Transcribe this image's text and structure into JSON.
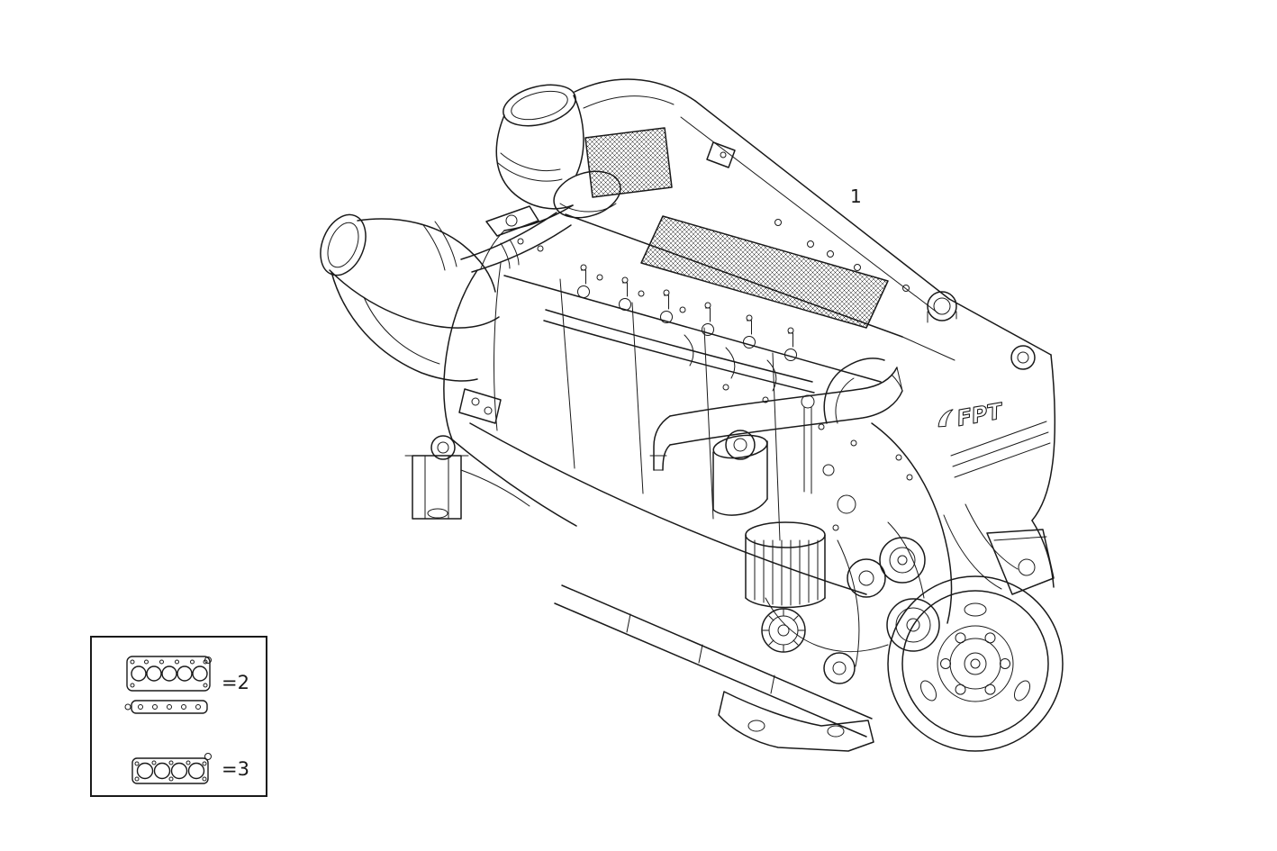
{
  "diagram": {
    "type": "engine-parts-exploded-view",
    "engine_logo": "FPT",
    "callouts": [
      {
        "label": "1",
        "refers_to": "complete-engine-assembly"
      }
    ],
    "legend": {
      "items": [
        {
          "label": "=2",
          "icon": "head-gasket-set-icon"
        },
        {
          "label": "=3",
          "icon": "strip-gasket-icon"
        }
      ]
    },
    "colors": {
      "line": "#1a1a1a",
      "background": "#ffffff"
    }
  }
}
